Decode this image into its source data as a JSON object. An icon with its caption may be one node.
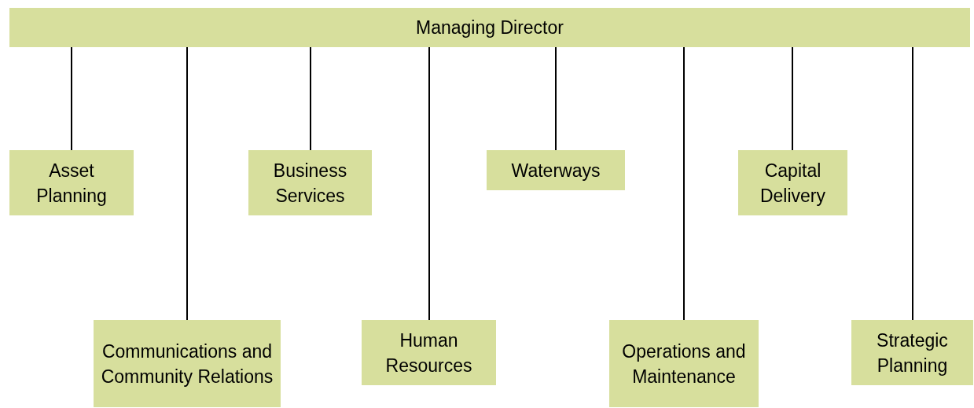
{
  "diagram": {
    "nodes": [
      {
        "text": [
          "Managing Director"
        ]
      },
      {
        "text": [
          "Asset Planning"
        ]
      },
      {
        "text": [
          "Communications and Community Relations"
        ]
      },
      {
        "text": [
          "Business Services"
        ]
      },
      {
        "text": [
          "Human Resources"
        ]
      },
      {
        "text": [
          "Waterways"
        ]
      },
      {
        "text": [
          "Operations and Maintenance"
        ]
      },
      {
        "text": [
          "Capital Delivery"
        ]
      },
      {
        "text": [
          "Strategic Planning"
        ]
      }
    ],
    "edges": [
      {
        "from": 0,
        "to": 1,
        "arrow": "none"
      },
      {
        "from": 0,
        "to": 2,
        "arrow": "none"
      },
      {
        "from": 0,
        "to": 3,
        "arrow": "none"
      },
      {
        "from": 0,
        "to": 4,
        "arrow": "none"
      },
      {
        "from": 0,
        "to": 5,
        "arrow": "none"
      },
      {
        "from": 0,
        "to": 6,
        "arrow": "none"
      },
      {
        "from": 0,
        "to": 7,
        "arrow": "none"
      },
      {
        "from": 0,
        "to": 8,
        "arrow": "none"
      }
    ]
  }
}
